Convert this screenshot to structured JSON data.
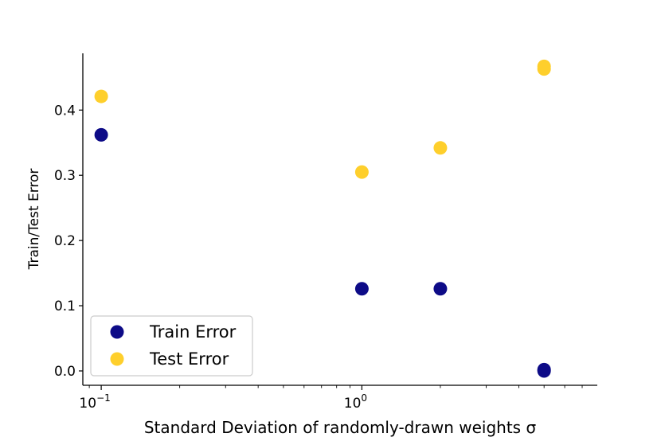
{
  "chart_data": {
    "type": "scatter",
    "title": "",
    "xlabel": "Standard Deviation of randomly-drawn weights σ",
    "xscale": "log",
    "xlim": [
      0.085,
      8.0
    ],
    "xticks": [
      {
        "value": 0.1,
        "base": "10",
        "exp": "−1"
      },
      {
        "value": 1,
        "base": "10",
        "exp": "0"
      }
    ],
    "ylabel": "Train/Test Error",
    "ylim": [
      -0.022,
      0.487
    ],
    "yticks": [
      {
        "value": 0.0,
        "label": "0.0"
      },
      {
        "value": 0.1,
        "label": "0.1"
      },
      {
        "value": 0.2,
        "label": "0.2"
      },
      {
        "value": 0.3,
        "label": "0.3"
      },
      {
        "value": 0.4,
        "label": "0.4"
      }
    ],
    "grid": false,
    "legend_position": "lower-left",
    "series": [
      {
        "name": "Train Error",
        "color": "#0d0b87",
        "points": [
          {
            "x": 0.1,
            "y": 0.362
          },
          {
            "x": 1.0,
            "y": 0.126
          },
          {
            "x": 2.0,
            "y": 0.126
          },
          {
            "x": 5.0,
            "y": 0.002
          },
          {
            "x": 5.0,
            "y": 0.0
          }
        ]
      },
      {
        "name": "Test Error",
        "color": "#fecf2c",
        "points": [
          {
            "x": 0.1,
            "y": 0.421
          },
          {
            "x": 1.0,
            "y": 0.305
          },
          {
            "x": 2.0,
            "y": 0.342
          },
          {
            "x": 5.0,
            "y": 0.467
          },
          {
            "x": 5.0,
            "y": 0.463
          }
        ]
      }
    ]
  }
}
